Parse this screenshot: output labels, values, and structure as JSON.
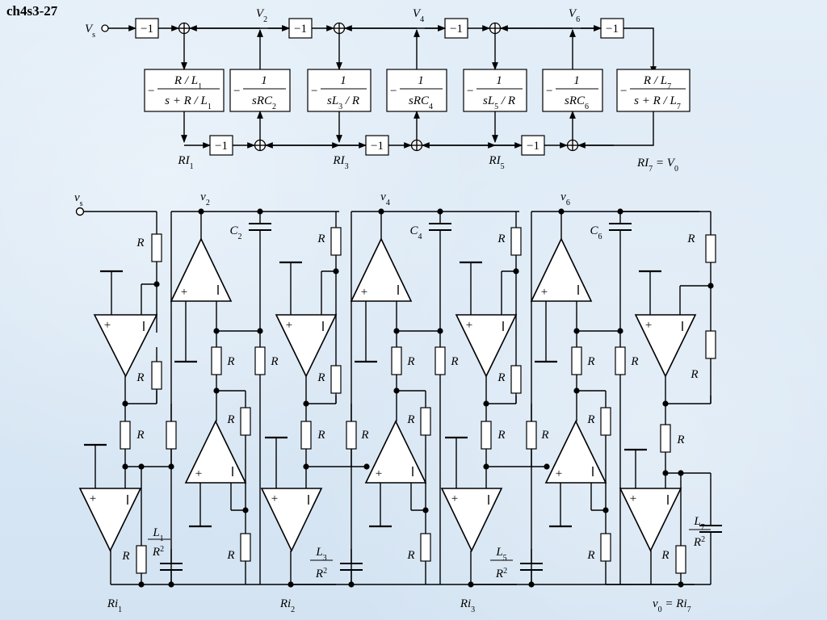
{
  "title": "ch4s3-27",
  "top": {
    "neg": "−1",
    "source": {
      "main": "V",
      "sub": "s"
    },
    "node_labels_top": [
      {
        "main": "V",
        "sub": "2"
      },
      {
        "main": "V",
        "sub": "4"
      },
      {
        "main": "V",
        "sub": "6"
      }
    ],
    "blocks": [
      {
        "num": "R / L",
        "num_sub": "1",
        "den": "s + R / L",
        "den_sub": "1"
      },
      {
        "num": "1",
        "den": "sRC",
        "den_sub": "2"
      },
      {
        "num": "1",
        "den": "sL",
        "den_sub": "3",
        "den_suffix": " / R"
      },
      {
        "num": "1",
        "den": "sRC",
        "den_sub": "4"
      },
      {
        "num": "1",
        "den": "sL",
        "den_sub": "5",
        "den_suffix": " / R"
      },
      {
        "num": "1",
        "den": "sRC",
        "den_sub": "6"
      },
      {
        "num": "R / L",
        "num_sub": "7",
        "den": "s + R / L",
        "den_sub": "7"
      }
    ],
    "node_labels_bottom": [
      {
        "main": "RI",
        "sub": "1"
      },
      {
        "main": "RI",
        "sub": "3"
      },
      {
        "main": "RI",
        "sub": "5"
      },
      {
        "main": "RI",
        "sub": "7",
        "suffix": " = V",
        "suffix_sub": "0"
      }
    ]
  },
  "circuit": {
    "source": {
      "main": "v",
      "sub": "s"
    },
    "node_labels": [
      {
        "main": "v",
        "sub": "2"
      },
      {
        "main": "v",
        "sub": "4"
      },
      {
        "main": "v",
        "sub": "6"
      }
    ],
    "capacitors": [
      {
        "main": "C",
        "sub": "2"
      },
      {
        "main": "C",
        "sub": "4"
      },
      {
        "main": "C",
        "sub": "6"
      }
    ],
    "resistor": "R",
    "inductor_caps": [
      {
        "num": "L",
        "num_sub": "1",
        "den": "R",
        "den_sup": "2"
      },
      {
        "num": "L",
        "num_sub": "3",
        "den": "R",
        "den_sup": "2"
      },
      {
        "num": "L",
        "num_sub": "5",
        "den": "R",
        "den_sup": "2"
      },
      {
        "num": "L",
        "num_sub": "7",
        "den": "R",
        "den_sup": "2"
      }
    ],
    "outputs": [
      {
        "main": "Ri",
        "sub": "1"
      },
      {
        "main": "Ri",
        "sub": "2"
      },
      {
        "main": "Ri",
        "sub": "3"
      },
      {
        "prefix": "v",
        "prefix_sub": "0",
        "main": " = Ri",
        "sub": "7"
      }
    ]
  }
}
